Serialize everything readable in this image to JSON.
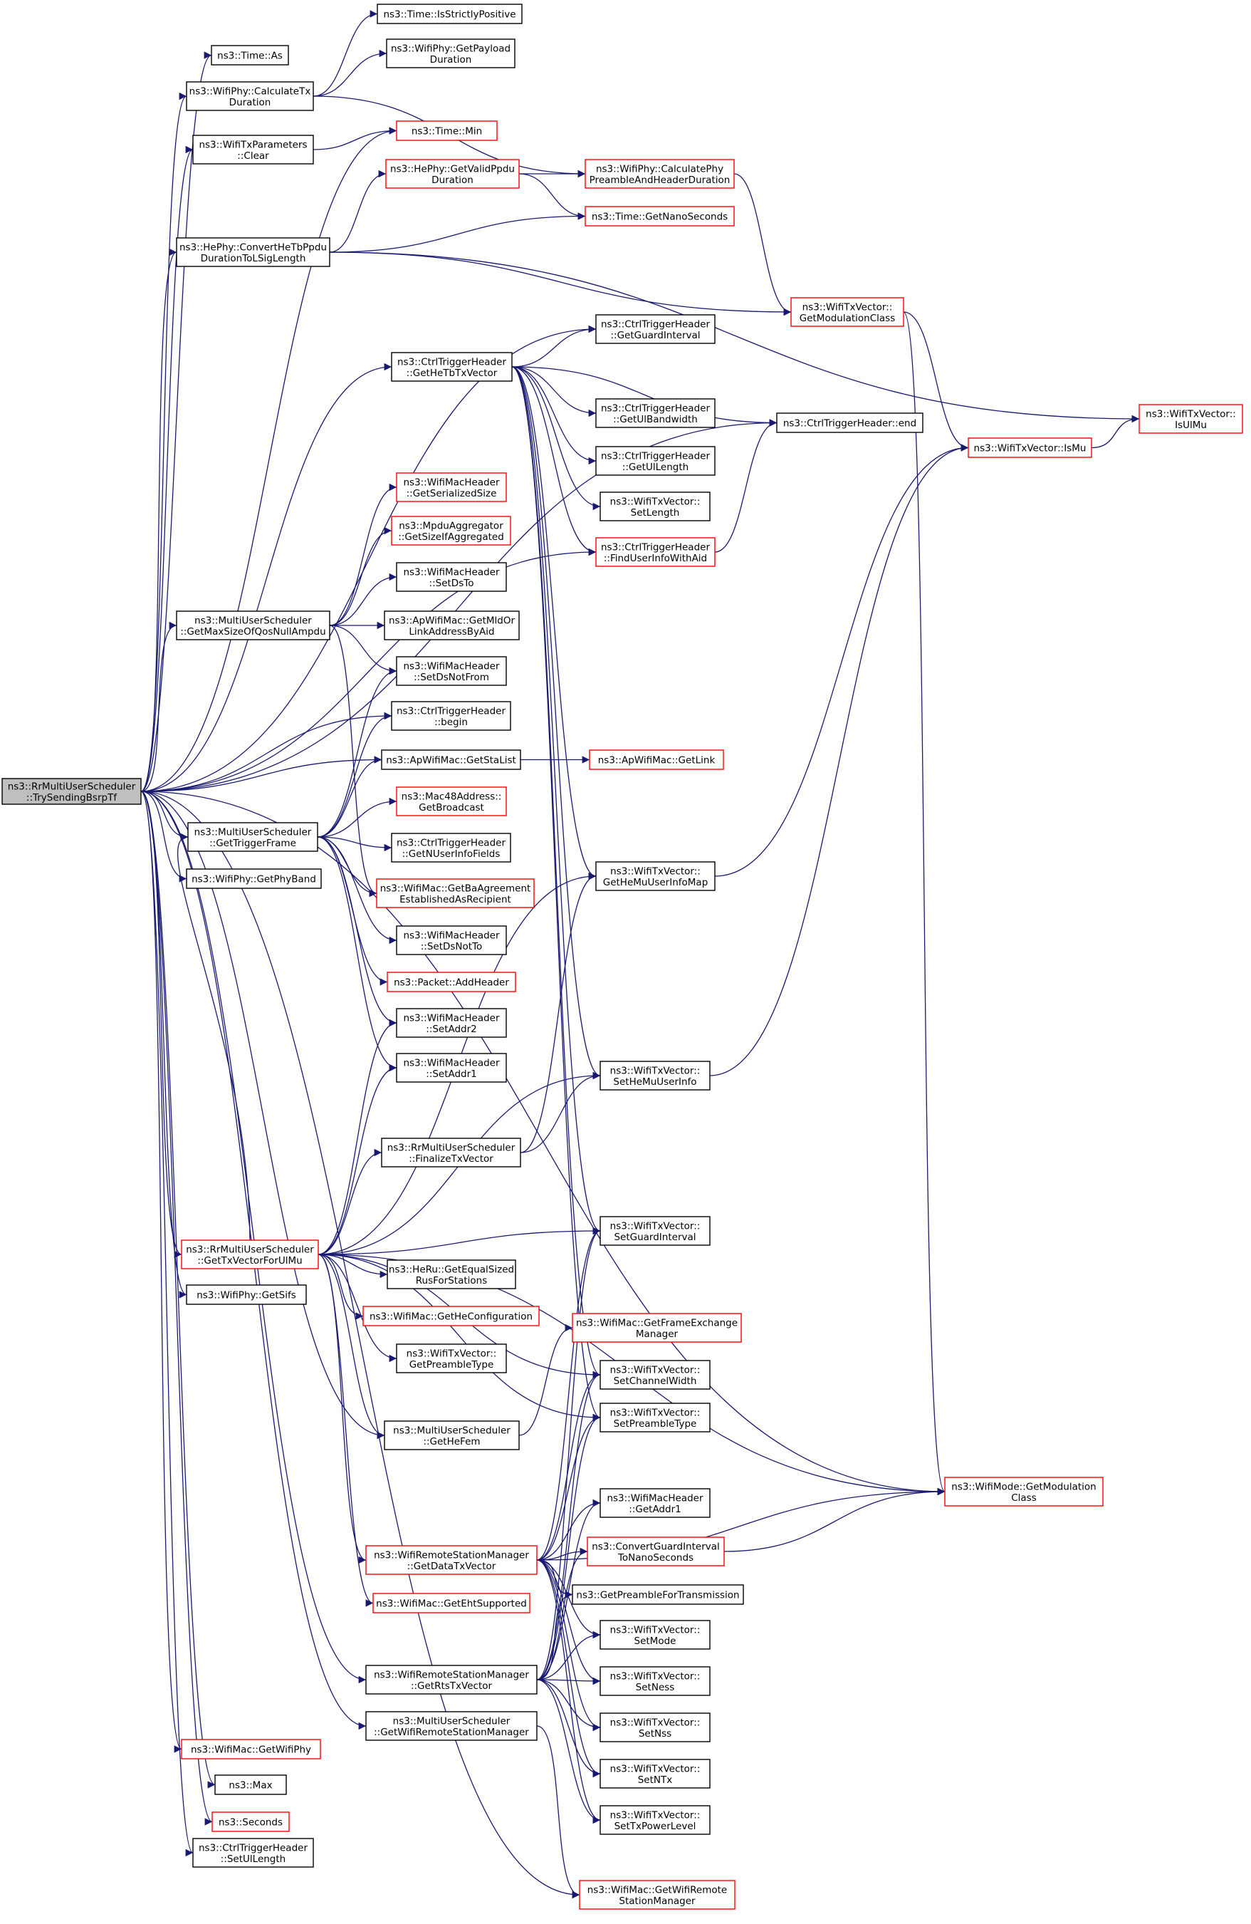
{
  "colors": {
    "edge": "#191970",
    "text": "#000000",
    "border": "#000000",
    "border_truncated": "#ff0000",
    "root_fill": "#bfbfbf",
    "background": "#ffffff"
  },
  "nodes": [
    {
      "id": "root",
      "lines": [
        "ns3::RrMultiUserScheduler",
        "::TrySendingBsrpTf"
      ],
      "style": "root"
    },
    {
      "id": "isStrictlyPositive",
      "lines": [
        "ns3::Time::IsStrictlyPositive"
      ],
      "style": "normal"
    },
    {
      "id": "timeAs",
      "lines": [
        "ns3::Time::As"
      ],
      "style": "normal"
    },
    {
      "id": "getPayloadDuration",
      "lines": [
        "ns3::WifiPhy::GetPayload",
        "Duration"
      ],
      "style": "normal"
    },
    {
      "id": "calculateTxDuration",
      "lines": [
        "ns3::WifiPhy::CalculateTx",
        "Duration"
      ],
      "style": "normal"
    },
    {
      "id": "txParamsClear",
      "lines": [
        "ns3::WifiTxParameters",
        "::Clear"
      ],
      "style": "normal"
    },
    {
      "id": "timeMin",
      "lines": [
        "ns3::Time::Min"
      ],
      "style": "red"
    },
    {
      "id": "getValidPpdu",
      "lines": [
        "ns3::HePhy::GetValidPpdu",
        "Duration"
      ],
      "style": "red"
    },
    {
      "id": "calcPhyPreamble",
      "lines": [
        "ns3::WifiPhy::CalculatePhy",
        "PreambleAndHeaderDuration"
      ],
      "style": "red"
    },
    {
      "id": "getNanoSeconds",
      "lines": [
        "ns3::Time::GetNanoSeconds"
      ],
      "style": "red"
    },
    {
      "id": "convertHeTb",
      "lines": [
        "ns3::HePhy::ConvertHeTbPpdu",
        "DurationToLSigLength"
      ],
      "style": "normal"
    },
    {
      "id": "getModulationClassTx",
      "lines": [
        "ns3::WifiTxVector::",
        "GetModulationClass"
      ],
      "style": "red"
    },
    {
      "id": "getGuardInterval",
      "lines": [
        "ns3::CtrlTriggerHeader",
        "::GetGuardInterval"
      ],
      "style": "normal"
    },
    {
      "id": "getHeTbTxVector",
      "lines": [
        "ns3::CtrlTriggerHeader",
        "::GetHeTbTxVector"
      ],
      "style": "normal"
    },
    {
      "id": "getUlBandwidth",
      "lines": [
        "ns3::CtrlTriggerHeader",
        "::GetUlBandwidth"
      ],
      "style": "normal"
    },
    {
      "id": "ctrlEnd",
      "lines": [
        "ns3::CtrlTriggerHeader::end"
      ],
      "style": "normal"
    },
    {
      "id": "isUlMu",
      "lines": [
        "ns3::WifiTxVector::",
        "IsUlMu"
      ],
      "style": "red"
    },
    {
      "id": "isMu",
      "lines": [
        "ns3::WifiTxVector::IsMu"
      ],
      "style": "red"
    },
    {
      "id": "getUlLength",
      "lines": [
        "ns3::CtrlTriggerHeader",
        "::GetUlLength"
      ],
      "style": "normal"
    },
    {
      "id": "setLength",
      "lines": [
        "ns3::WifiTxVector::",
        "SetLength"
      ],
      "style": "normal"
    },
    {
      "id": "getSerializedSize",
      "lines": [
        "ns3::WifiMacHeader",
        "::GetSerializedSize"
      ],
      "style": "red"
    },
    {
      "id": "findUserInfo",
      "lines": [
        "ns3::CtrlTriggerHeader",
        "::FindUserInfoWithAid"
      ],
      "style": "red"
    },
    {
      "id": "getSizeIfAggregated",
      "lines": [
        "ns3::MpduAggregator",
        "::GetSizeIfAggregated"
      ],
      "style": "red"
    },
    {
      "id": "setDsTo",
      "lines": [
        "ns3::WifiMacHeader",
        "::SetDsTo"
      ],
      "style": "normal"
    },
    {
      "id": "getMaxSizeOfQos",
      "lines": [
        "ns3::MultiUserScheduler",
        "::GetMaxSizeOfQosNullAmpdu"
      ],
      "style": "normal"
    },
    {
      "id": "getMldOrLink",
      "lines": [
        "ns3::ApWifiMac::GetMldOr",
        "LinkAddressByAid"
      ],
      "style": "normal"
    },
    {
      "id": "setDsNotFrom",
      "lines": [
        "ns3::WifiMacHeader",
        "::SetDsNotFrom"
      ],
      "style": "normal"
    },
    {
      "id": "ctrlBegin",
      "lines": [
        "ns3::CtrlTriggerHeader",
        "::begin"
      ],
      "style": "normal"
    },
    {
      "id": "getStaList",
      "lines": [
        "ns3::ApWifiMac::GetStaList"
      ],
      "style": "normal"
    },
    {
      "id": "getLink",
      "lines": [
        "ns3::ApWifiMac::GetLink"
      ],
      "style": "red"
    },
    {
      "id": "getBroadcast",
      "lines": [
        "ns3::Mac48Address::",
        "GetBroadcast"
      ],
      "style": "red"
    },
    {
      "id": "getTriggerFrame",
      "lines": [
        "ns3::MultiUserScheduler",
        "::GetTriggerFrame"
      ],
      "style": "normal"
    },
    {
      "id": "getNUserInfoFields",
      "lines": [
        "ns3::CtrlTriggerHeader",
        "::GetNUserInfoFields"
      ],
      "style": "normal"
    },
    {
      "id": "getPhyBand",
      "lines": [
        "ns3::WifiPhy::GetPhyBand"
      ],
      "style": "normal"
    },
    {
      "id": "getBaAgreement",
      "lines": [
        "ns3::WifiMac::GetBaAgreement",
        "EstablishedAsRecipient"
      ],
      "style": "red"
    },
    {
      "id": "getHeMuUserInfoMap",
      "lines": [
        "ns3::WifiTxVector::",
        "GetHeMuUserInfoMap"
      ],
      "style": "normal"
    },
    {
      "id": "setDsNotTo",
      "lines": [
        "ns3::WifiMacHeader",
        "::SetDsNotTo"
      ],
      "style": "normal"
    },
    {
      "id": "addHeader",
      "lines": [
        "ns3::Packet::AddHeader"
      ],
      "style": "red"
    },
    {
      "id": "setAddr2",
      "lines": [
        "ns3::WifiMacHeader",
        "::SetAddr2"
      ],
      "style": "normal"
    },
    {
      "id": "setAddr1",
      "lines": [
        "ns3::WifiMacHeader",
        "::SetAddr1"
      ],
      "style": "normal"
    },
    {
      "id": "setHeMuUserInfo",
      "lines": [
        "ns3::WifiTxVector::",
        "SetHeMuUserInfo"
      ],
      "style": "normal"
    },
    {
      "id": "finalizeTxVector",
      "lines": [
        "ns3::RrMultiUserScheduler",
        "::FinalizeTxVector"
      ],
      "style": "normal"
    },
    {
      "id": "setGuardInterval",
      "lines": [
        "ns3::WifiTxVector::",
        "SetGuardInterval"
      ],
      "style": "normal"
    },
    {
      "id": "getTxVectorForUlMu",
      "lines": [
        "ns3::RrMultiUserScheduler",
        "::GetTxVectorForUlMu"
      ],
      "style": "red"
    },
    {
      "id": "getEqualSizedRus",
      "lines": [
        "ns3::HeRu::GetEqualSized",
        "RusForStations"
      ],
      "style": "normal"
    },
    {
      "id": "getSifs",
      "lines": [
        "ns3::WifiPhy::GetSifs"
      ],
      "style": "normal"
    },
    {
      "id": "getHeConfiguration",
      "lines": [
        "ns3::WifiMac::GetHeConfiguration"
      ],
      "style": "red"
    },
    {
      "id": "getFrameExchange",
      "lines": [
        "ns3::WifiMac::GetFrameExchange",
        "Manager"
      ],
      "style": "red"
    },
    {
      "id": "getPreambleType",
      "lines": [
        "ns3::WifiTxVector::",
        "GetPreambleType"
      ],
      "style": "normal"
    },
    {
      "id": "setChannelWidth",
      "lines": [
        "ns3::WifiTxVector::",
        "SetChannelWidth"
      ],
      "style": "normal"
    },
    {
      "id": "getHeFem",
      "lines": [
        "ns3::MultiUserScheduler",
        "::GetHeFem"
      ],
      "style": "normal"
    },
    {
      "id": "setPreambleType",
      "lines": [
        "ns3::WifiTxVector::",
        "SetPreambleType"
      ],
      "style": "normal"
    },
    {
      "id": "getModulationClassMode",
      "lines": [
        "ns3::WifiMode::GetModulation",
        "Class"
      ],
      "style": "red"
    },
    {
      "id": "getAddr1",
      "lines": [
        "ns3::WifiMacHeader",
        "::GetAddr1"
      ],
      "style": "normal"
    },
    {
      "id": "getDataTxVector",
      "lines": [
        "ns3::WifiRemoteStationManager",
        "::GetDataTxVector"
      ],
      "style": "red"
    },
    {
      "id": "convertGuardInterval",
      "lines": [
        "ns3::ConvertGuardInterval",
        "ToNanoSeconds"
      ],
      "style": "red"
    },
    {
      "id": "getPreambleForTx",
      "lines": [
        "ns3::GetPreambleForTransmission"
      ],
      "style": "normal"
    },
    {
      "id": "getEhtSupported",
      "lines": [
        "ns3::WifiMac::GetEhtSupported"
      ],
      "style": "red"
    },
    {
      "id": "setMode",
      "lines": [
        "ns3::WifiTxVector::",
        "SetMode"
      ],
      "style": "normal"
    },
    {
      "id": "getRtsTxVector",
      "lines": [
        "ns3::WifiRemoteStationManager",
        "::GetRtsTxVector"
      ],
      "style": "normal"
    },
    {
      "id": "setNess",
      "lines": [
        "ns3::WifiTxVector::",
        "SetNess"
      ],
      "style": "normal"
    },
    {
      "id": "getWifiRemoteMU",
      "lines": [
        "ns3::MultiUserScheduler",
        "::GetWifiRemoteStationManager"
      ],
      "style": "normal"
    },
    {
      "id": "setNss",
      "lines": [
        "ns3::WifiTxVector::",
        "SetNss"
      ],
      "style": "normal"
    },
    {
      "id": "getWifiPhy",
      "lines": [
        "ns3::WifiMac::GetWifiPhy"
      ],
      "style": "red"
    },
    {
      "id": "setNTx",
      "lines": [
        "ns3::WifiTxVector::",
        "SetNTx"
      ],
      "style": "normal"
    },
    {
      "id": "max",
      "lines": [
        "ns3::Max"
      ],
      "style": "normal"
    },
    {
      "id": "seconds",
      "lines": [
        "ns3::Seconds"
      ],
      "style": "red"
    },
    {
      "id": "setTxPowerLevel",
      "lines": [
        "ns3::WifiTxVector::",
        "SetTxPowerLevel"
      ],
      "style": "normal"
    },
    {
      "id": "setUlLength",
      "lines": [
        "ns3::CtrlTriggerHeader",
        "::SetUlLength"
      ],
      "style": "normal"
    },
    {
      "id": "getWifiRemoteMac",
      "lines": [
        "ns3::WifiMac::GetWifiRemote",
        "StationManager"
      ],
      "style": "red"
    }
  ],
  "edges": [
    [
      "root",
      "timeAs"
    ],
    [
      "root",
      "calculateTxDuration"
    ],
    [
      "root",
      "txParamsClear"
    ],
    [
      "root",
      "timeMin"
    ],
    [
      "root",
      "convertHeTb"
    ],
    [
      "root",
      "getGuardInterval"
    ],
    [
      "root",
      "getHeTbTxVector"
    ],
    [
      "root",
      "ctrlEnd"
    ],
    [
      "root",
      "findUserInfo"
    ],
    [
      "root",
      "getMaxSizeOfQos"
    ],
    [
      "root",
      "ctrlBegin"
    ],
    [
      "root",
      "getStaList"
    ],
    [
      "root",
      "getTriggerFrame"
    ],
    [
      "root",
      "getPhyBand"
    ],
    [
      "root",
      "getTxVectorForUlMu"
    ],
    [
      "root",
      "getSifs"
    ],
    [
      "root",
      "getHeFem"
    ],
    [
      "root",
      "getModulationClassMode"
    ],
    [
      "root",
      "getRtsTxVector"
    ],
    [
      "root",
      "getWifiRemoteMU"
    ],
    [
      "root",
      "getWifiPhy"
    ],
    [
      "root",
      "max"
    ],
    [
      "root",
      "seconds"
    ],
    [
      "root",
      "setUlLength"
    ],
    [
      "root",
      "getWifiRemoteMac"
    ],
    [
      "calculateTxDuration",
      "isStrictlyPositive"
    ],
    [
      "calculateTxDuration",
      "getPayloadDuration"
    ],
    [
      "calculateTxDuration",
      "calcPhyPreamble"
    ],
    [
      "txParamsClear",
      "timeMin"
    ],
    [
      "convertHeTb",
      "getValidPpdu"
    ],
    [
      "convertHeTb",
      "getNanoSeconds"
    ],
    [
      "convertHeTb",
      "getModulationClassTx"
    ],
    [
      "convertHeTb",
      "isUlMu"
    ],
    [
      "getValidPpdu",
      "calcPhyPreamble"
    ],
    [
      "getValidPpdu",
      "getNanoSeconds"
    ],
    [
      "calcPhyPreamble",
      "getModulationClassTx"
    ],
    [
      "getModulationClassTx",
      "isMu"
    ],
    [
      "getModulationClassTx",
      "getModulationClassMode"
    ],
    [
      "isMu",
      "isUlMu"
    ],
    [
      "getHeTbTxVector",
      "getGuardInterval"
    ],
    [
      "getHeTbTxVector",
      "getUlBandwidth"
    ],
    [
      "getHeTbTxVector",
      "ctrlEnd"
    ],
    [
      "getHeTbTxVector",
      "getUlLength"
    ],
    [
      "getHeTbTxVector",
      "setLength"
    ],
    [
      "getHeTbTxVector",
      "findUserInfo"
    ],
    [
      "getHeTbTxVector",
      "getHeMuUserInfoMap"
    ],
    [
      "getHeTbTxVector",
      "setHeMuUserInfo"
    ],
    [
      "getHeTbTxVector",
      "setGuardInterval"
    ],
    [
      "getHeTbTxVector",
      "setChannelWidth"
    ],
    [
      "getHeTbTxVector",
      "setPreambleType"
    ],
    [
      "findUserInfo",
      "ctrlEnd"
    ],
    [
      "getMaxSizeOfQos",
      "getSerializedSize"
    ],
    [
      "getMaxSizeOfQos",
      "getSizeIfAggregated"
    ],
    [
      "getMaxSizeOfQos",
      "setDsTo"
    ],
    [
      "getMaxSizeOfQos",
      "getMldOrLink"
    ],
    [
      "getMaxSizeOfQos",
      "setDsNotFrom"
    ],
    [
      "getMaxSizeOfQos",
      "getBaAgreement"
    ],
    [
      "getStaList",
      "getLink"
    ],
    [
      "getTriggerFrame",
      "setDsNotFrom"
    ],
    [
      "getTriggerFrame",
      "ctrlBegin"
    ],
    [
      "getTriggerFrame",
      "getStaList"
    ],
    [
      "getTriggerFrame",
      "getBroadcast"
    ],
    [
      "getTriggerFrame",
      "getNUserInfoFields"
    ],
    [
      "getTriggerFrame",
      "getBaAgreement"
    ],
    [
      "getTriggerFrame",
      "setDsNotTo"
    ],
    [
      "getTriggerFrame",
      "addHeader"
    ],
    [
      "getTriggerFrame",
      "setAddr2"
    ],
    [
      "getTriggerFrame",
      "setAddr1"
    ],
    [
      "getHeMuUserInfoMap",
      "isMu"
    ],
    [
      "setHeMuUserInfo",
      "isMu"
    ],
    [
      "finalizeTxVector",
      "setHeMuUserInfo"
    ],
    [
      "finalizeTxVector",
      "getHeMuUserInfoMap"
    ],
    [
      "getTxVectorForUlMu",
      "getTriggerFrame"
    ],
    [
      "getTxVectorForUlMu",
      "getHeMuUserInfoMap"
    ],
    [
      "getTxVectorForUlMu",
      "setHeMuUserInfo"
    ],
    [
      "getTxVectorForUlMu",
      "finalizeTxVector"
    ],
    [
      "getTxVectorForUlMu",
      "setGuardInterval"
    ],
    [
      "getTxVectorForUlMu",
      "getEqualSizedRus"
    ],
    [
      "getTxVectorForUlMu",
      "getHeConfiguration"
    ],
    [
      "getTxVectorForUlMu",
      "getPreambleType"
    ],
    [
      "getTxVectorForUlMu",
      "getHeFem"
    ],
    [
      "getTxVectorForUlMu",
      "setChannelWidth"
    ],
    [
      "getTxVectorForUlMu",
      "setPreambleType"
    ],
    [
      "getTxVectorForUlMu",
      "getDataTxVector"
    ],
    [
      "getTxVectorForUlMu",
      "getEhtSupported"
    ],
    [
      "getTxVectorForUlMu",
      "getModulationClassMode"
    ],
    [
      "getTxVectorForUlMu",
      "setAddr2"
    ],
    [
      "getTxVectorForUlMu",
      "setAddr1"
    ],
    [
      "getHeFem",
      "getFrameExchange"
    ],
    [
      "getDataTxVector",
      "setGuardInterval"
    ],
    [
      "getDataTxVector",
      "setChannelWidth"
    ],
    [
      "getDataTxVector",
      "setPreambleType"
    ],
    [
      "getDataTxVector",
      "getAddr1"
    ],
    [
      "getDataTxVector",
      "convertGuardInterval"
    ],
    [
      "getDataTxVector",
      "getPreambleForTx"
    ],
    [
      "getDataTxVector",
      "setMode"
    ],
    [
      "getDataTxVector",
      "setNess"
    ],
    [
      "getDataTxVector",
      "setNss"
    ],
    [
      "getDataTxVector",
      "setNTx"
    ],
    [
      "getDataTxVector",
      "setTxPowerLevel"
    ],
    [
      "getDataTxVector",
      "getModulationClassMode"
    ],
    [
      "convertGuardInterval",
      "getModulationClassMode"
    ],
    [
      "getRtsTxVector",
      "setGuardInterval"
    ],
    [
      "getRtsTxVector",
      "setChannelWidth"
    ],
    [
      "getRtsTxVector",
      "setPreambleType"
    ],
    [
      "getRtsTxVector",
      "getAddr1"
    ],
    [
      "getRtsTxVector",
      "convertGuardInterval"
    ],
    [
      "getRtsTxVector",
      "getPreambleForTx"
    ],
    [
      "getRtsTxVector",
      "setMode"
    ],
    [
      "getRtsTxVector",
      "setNess"
    ],
    [
      "getRtsTxVector",
      "setNss"
    ],
    [
      "getRtsTxVector",
      "setNTx"
    ],
    [
      "getRtsTxVector",
      "setTxPowerLevel"
    ],
    [
      "getWifiRemoteMU",
      "getWifiRemoteMac"
    ]
  ]
}
